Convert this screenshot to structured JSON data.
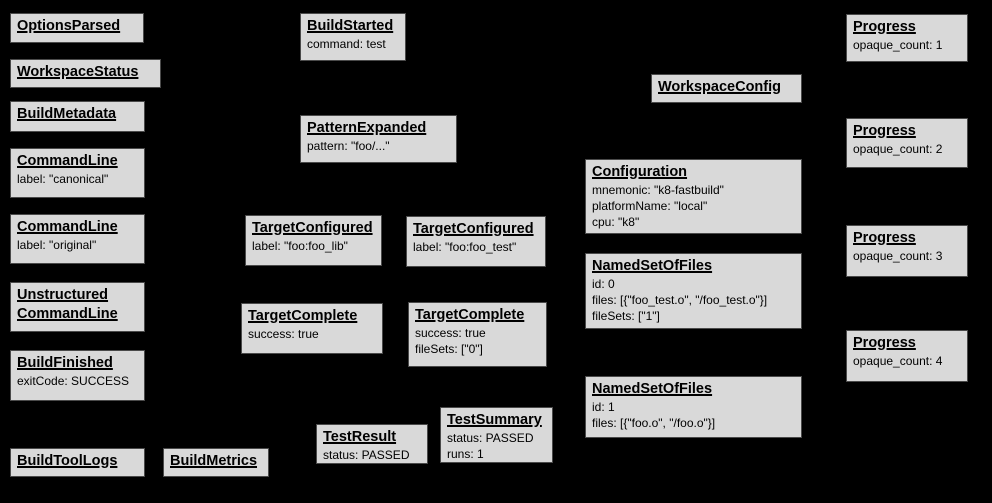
{
  "theme": {
    "background": "#000000",
    "box_fill": "#d9d9d9",
    "box_border": "#4a4a4a",
    "text": "#000000"
  },
  "nodes": {
    "options_parsed": {
      "title": "OptionsParsed",
      "lines": []
    },
    "workspace_status": {
      "title": "WorkspaceStatus",
      "lines": []
    },
    "build_metadata": {
      "title": "BuildMetadata",
      "lines": []
    },
    "command_line_canonical": {
      "title": "CommandLine",
      "lines": [
        "label: \"canonical\""
      ]
    },
    "command_line_original": {
      "title": "CommandLine",
      "lines": [
        "label: \"original\""
      ]
    },
    "unstructured_command_line": {
      "title": "Unstructured CommandLine",
      "lines": []
    },
    "build_finished": {
      "title": "BuildFinished",
      "lines": [
        "exitCode: SUCCESS"
      ]
    },
    "build_tool_logs": {
      "title": "BuildToolLogs",
      "lines": []
    },
    "build_metrics": {
      "title": "BuildMetrics",
      "lines": []
    },
    "build_started": {
      "title": "BuildStarted",
      "lines": [
        "command: test"
      ]
    },
    "pattern_expanded": {
      "title": "PatternExpanded",
      "lines": [
        "pattern: \"foo/...\""
      ]
    },
    "target_configured_lib": {
      "title": "TargetConfigured",
      "lines": [
        "label: \"foo:foo_lib\""
      ]
    },
    "target_complete_lib": {
      "title": "TargetComplete",
      "lines": [
        "success: true"
      ]
    },
    "test_result": {
      "title": "TestResult",
      "lines": [
        "status: PASSED"
      ]
    },
    "target_configured_test": {
      "title": "TargetConfigured",
      "lines": [
        "label: \"foo:foo_test\""
      ]
    },
    "target_complete_test": {
      "title": "TargetComplete",
      "lines": [
        "success: true",
        "fileSets: [\"0\"]"
      ]
    },
    "test_summary": {
      "title": "TestSummary",
      "lines": [
        "status: PASSED",
        "runs: 1"
      ]
    },
    "workspace_config": {
      "title": "WorkspaceConfig",
      "lines": []
    },
    "configuration": {
      "title": "Configuration",
      "lines": [
        "mnemonic: \"k8-fastbuild\"",
        "platformName: \"local\"",
        "cpu: \"k8\""
      ]
    },
    "named_set_of_files_0": {
      "title": "NamedSetOfFiles",
      "lines": [
        "id: 0",
        "files: [{\"foo_test.o\", \"/foo_test.o\"}]",
        "fileSets: [\"1\"]"
      ]
    },
    "named_set_of_files_1": {
      "title": "NamedSetOfFiles",
      "lines": [
        "id: 1",
        "files: [{\"foo.o\", \"/foo.o\"}]"
      ]
    },
    "progress_1": {
      "title": "Progress",
      "lines": [
        "opaque_count: 1"
      ]
    },
    "progress_2": {
      "title": "Progress",
      "lines": [
        "opaque_count: 2"
      ]
    },
    "progress_3": {
      "title": "Progress",
      "lines": [
        "opaque_count: 3"
      ]
    },
    "progress_4": {
      "title": "Progress",
      "lines": [
        "opaque_count: 4"
      ]
    }
  }
}
